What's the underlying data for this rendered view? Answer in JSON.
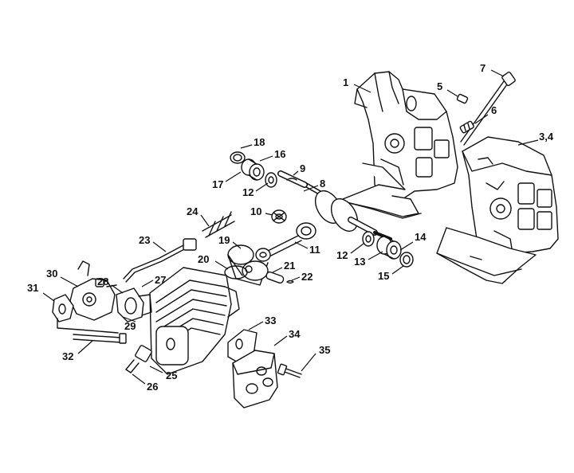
{
  "colors": {
    "ink": "#111111",
    "paper": "#ffffff"
  },
  "callouts": [
    {
      "id": "1",
      "label": "1"
    },
    {
      "id": "3-4",
      "label": "3,4"
    },
    {
      "id": "5",
      "label": "5"
    },
    {
      "id": "6",
      "label": "6"
    },
    {
      "id": "7",
      "label": "7"
    },
    {
      "id": "8",
      "label": "8"
    },
    {
      "id": "9",
      "label": "9"
    },
    {
      "id": "10",
      "label": "10"
    },
    {
      "id": "11",
      "label": "11"
    },
    {
      "id": "12a",
      "label": "12"
    },
    {
      "id": "12b",
      "label": "12"
    },
    {
      "id": "13",
      "label": "13"
    },
    {
      "id": "14",
      "label": "14"
    },
    {
      "id": "15",
      "label": "15"
    },
    {
      "id": "16",
      "label": "16"
    },
    {
      "id": "17",
      "label": "17"
    },
    {
      "id": "18",
      "label": "18"
    },
    {
      "id": "19",
      "label": "19"
    },
    {
      "id": "20",
      "label": "20"
    },
    {
      "id": "21",
      "label": "21"
    },
    {
      "id": "22",
      "label": "22"
    },
    {
      "id": "23",
      "label": "23"
    },
    {
      "id": "24",
      "label": "24"
    },
    {
      "id": "25",
      "label": "25"
    },
    {
      "id": "26",
      "label": "26"
    },
    {
      "id": "27",
      "label": "27"
    },
    {
      "id": "28",
      "label": "28"
    },
    {
      "id": "29",
      "label": "29"
    },
    {
      "id": "30",
      "label": "30"
    },
    {
      "id": "31",
      "label": "31"
    },
    {
      "id": "32",
      "label": "32"
    },
    {
      "id": "33",
      "label": "33"
    },
    {
      "id": "34",
      "label": "34"
    },
    {
      "id": "35",
      "label": "35"
    }
  ]
}
